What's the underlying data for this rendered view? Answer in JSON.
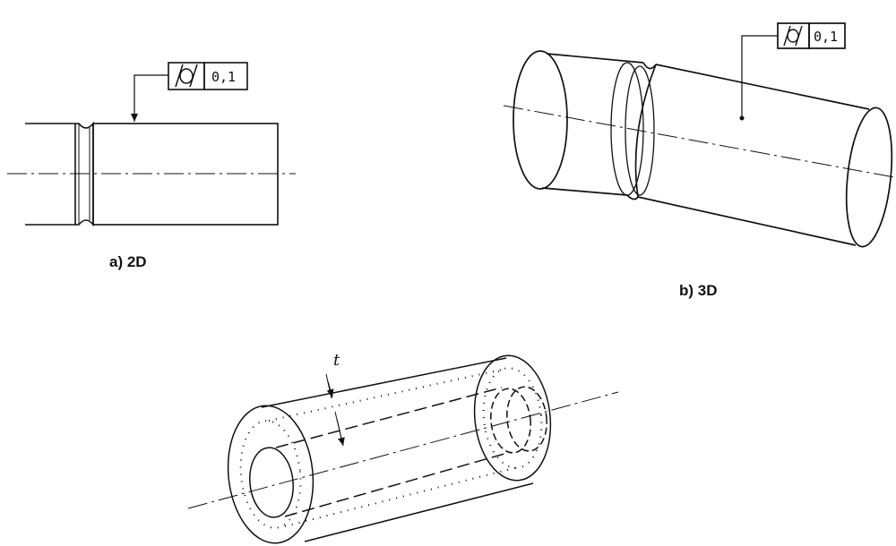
{
  "figure_a": {
    "caption": "a)  2D",
    "frame": {
      "symbol": "/o/",
      "tolerance": "0,1"
    }
  },
  "figure_b": {
    "caption": "b)  3D",
    "frame": {
      "symbol": "/o/",
      "tolerance": "0,1"
    }
  },
  "figure_c": {
    "dimension_label": "t"
  },
  "colors": {
    "line": "#111111",
    "background": "#ffffff"
  },
  "icons": {
    "cylindricity_symbol": "cylindricity-symbol-icon"
  }
}
